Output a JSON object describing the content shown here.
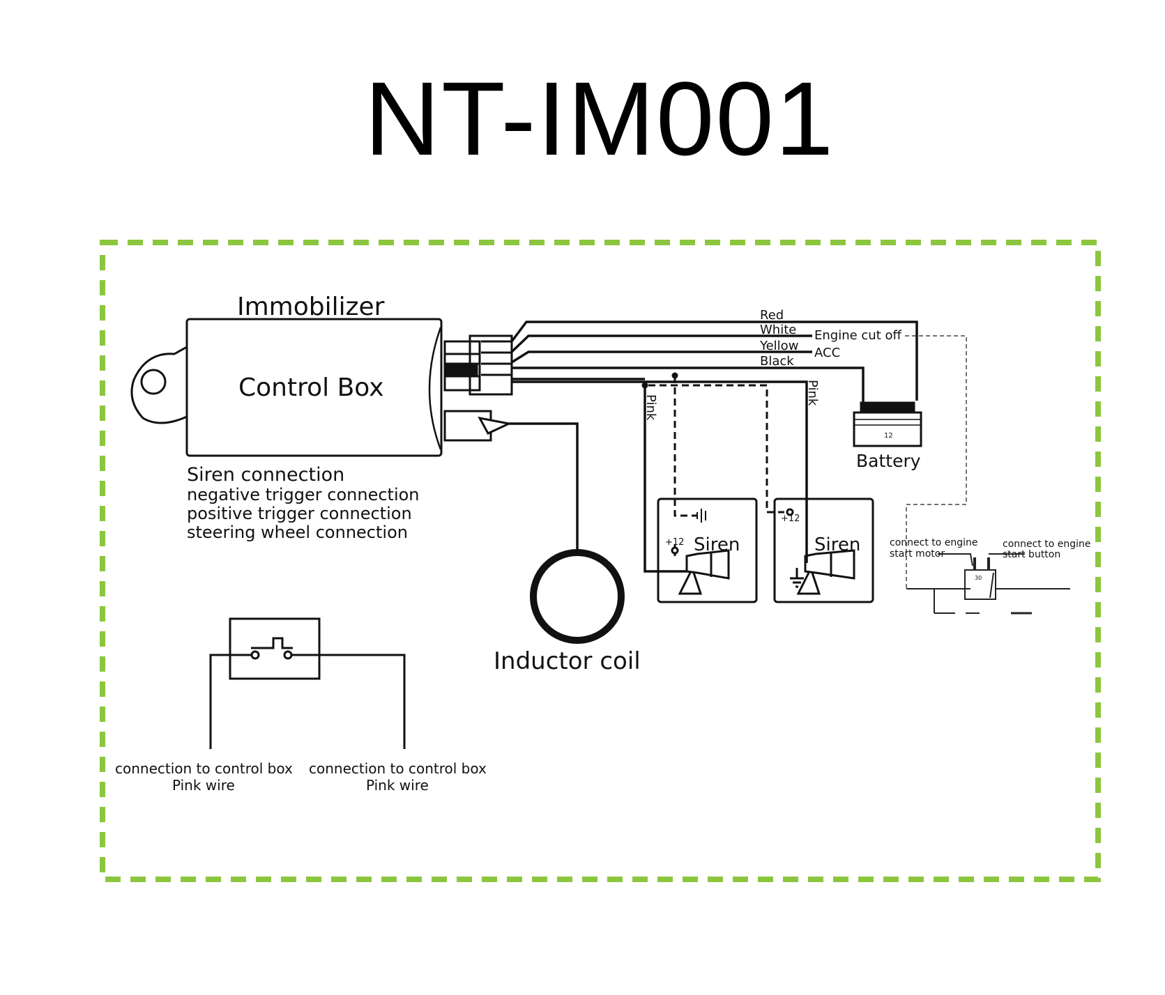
{
  "title": "NT-IM001",
  "colors": {
    "frame": "#8cc63f",
    "ink": "#111111"
  },
  "labels": {
    "immobilizer": "Immobilizer",
    "control_box": "Control Box",
    "siren_connection": "Siren connection",
    "negative_trigger": "negative trigger connection",
    "positive_trigger": "positive trigger connection",
    "steering_wheel": "steering wheel connection",
    "inductor_coil": "Inductor coil",
    "battery": "Battery",
    "siren_left": "Siren",
    "siren_right": "Siren",
    "plus12_left": "+12",
    "plus12_right": "+12",
    "battery_cell_label": "12",
    "wire_red": "Red",
    "wire_white": "White",
    "wire_yellow": "Yellow",
    "wire_black": "Black",
    "engine_cut_off": "Engine cut off",
    "acc": "ACC",
    "pink_left": "Pink",
    "pink_right": "Pink",
    "start_motor_1": "connect to engine",
    "start_motor_2": "start motor",
    "start_button_1": "connect to engine",
    "start_button_2": "start button",
    "relay_label": "30",
    "switch_left_1": "connection to control box",
    "switch_left_2": "Pink wire",
    "switch_right_1": "connection to control box",
    "switch_right_2": "Pink wire"
  }
}
